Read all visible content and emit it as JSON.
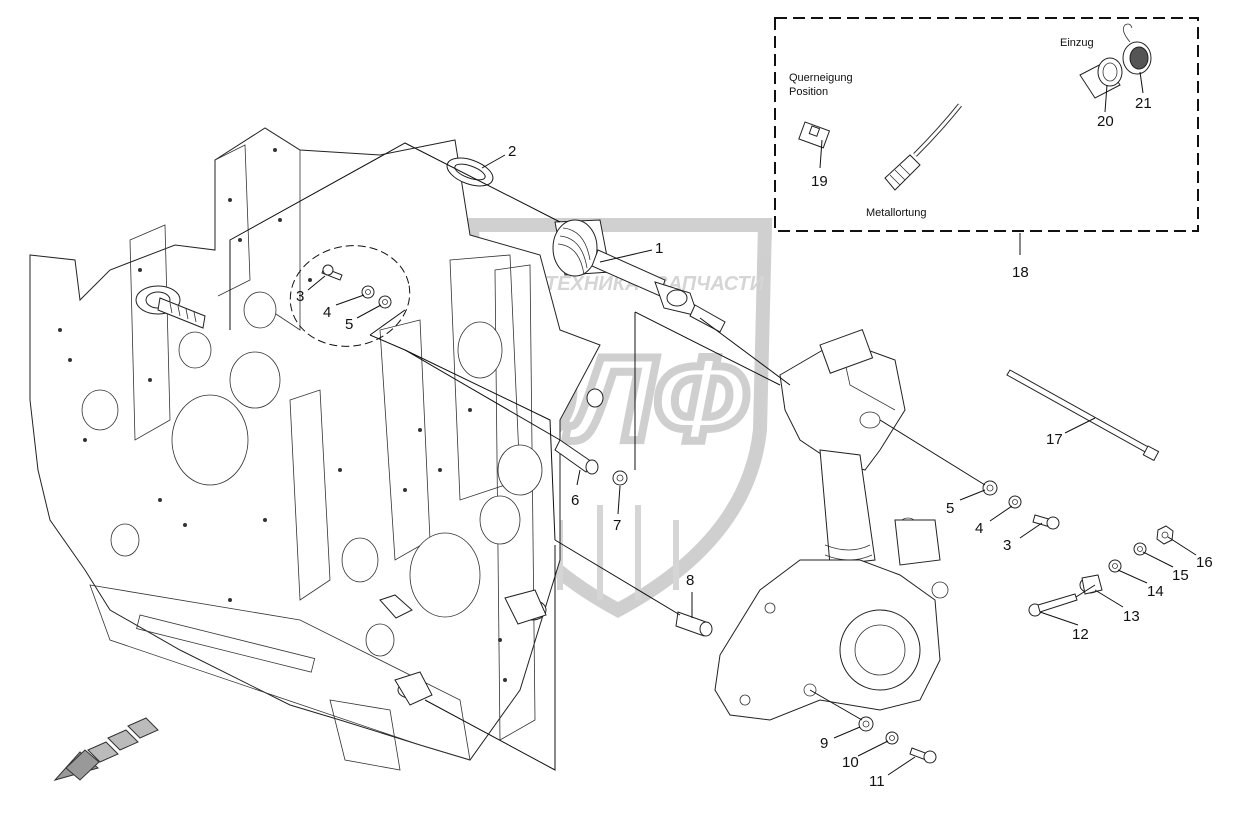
{
  "callouts": [
    {
      "id": "1",
      "text": "1"
    },
    {
      "id": "2",
      "text": "2"
    },
    {
      "id": "3a",
      "text": "3"
    },
    {
      "id": "4a",
      "text": "4"
    },
    {
      "id": "5a",
      "text": "5"
    },
    {
      "id": "6",
      "text": "6"
    },
    {
      "id": "7",
      "text": "7"
    },
    {
      "id": "8",
      "text": "8"
    },
    {
      "id": "9",
      "text": "9"
    },
    {
      "id": "10",
      "text": "10"
    },
    {
      "id": "11",
      "text": "11"
    },
    {
      "id": "12",
      "text": "12"
    },
    {
      "id": "13",
      "text": "13"
    },
    {
      "id": "14",
      "text": "14"
    },
    {
      "id": "15",
      "text": "15"
    },
    {
      "id": "16",
      "text": "16"
    },
    {
      "id": "17",
      "text": "17"
    },
    {
      "id": "18",
      "text": "18"
    },
    {
      "id": "19",
      "text": "19"
    },
    {
      "id": "20",
      "text": "20"
    },
    {
      "id": "21",
      "text": "21"
    },
    {
      "id": "5b",
      "text": "5"
    },
    {
      "id": "4b",
      "text": "4"
    },
    {
      "id": "3b",
      "text": "3"
    }
  ],
  "inset": {
    "label_einzug": "Einzug",
    "label_querneigung_1": "Querneigung",
    "label_querneigung_2": "Position",
    "label_metallortung": "Metallortung"
  },
  "watermark": {
    "left_word": "ТЕХНИКА",
    "right_word": "ЗАПЧАСТИ",
    "logo": "ЭЛФ",
    "color": "#9a9a9a"
  }
}
